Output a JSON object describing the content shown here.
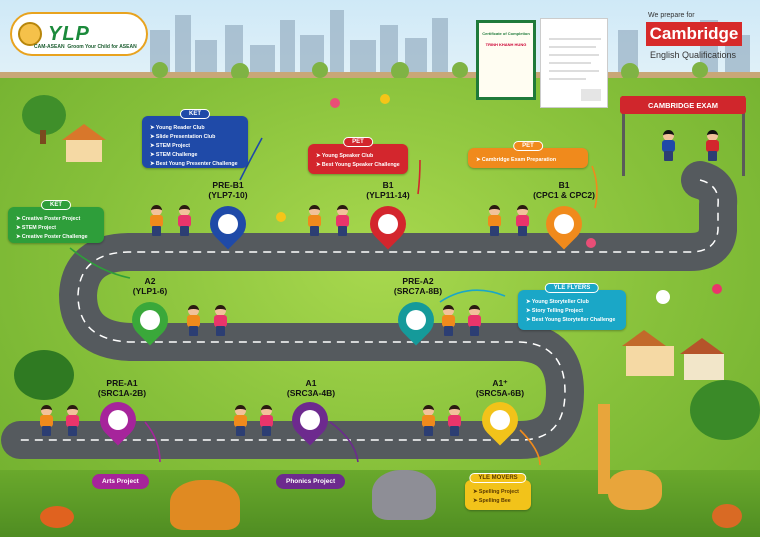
{
  "logo": {
    "name": "YLP",
    "org": "CAM-ASEAN",
    "tagline": "Groom Your Child for ASEAN"
  },
  "certificate": {
    "title": "Certificate of Completion",
    "name": "TRINH KHANH HUNG"
  },
  "cambridge": {
    "pre": "We prepare for",
    "brand": "Cambridge",
    "sub": "English Qualifications"
  },
  "banner": "CAMBRIDGE EXAM",
  "levels": {
    "prea1": {
      "level": "PRE-A1",
      "code": "(SRC1A-2B)"
    },
    "a1": {
      "level": "A1",
      "code": "(SRC3A-4B)"
    },
    "a1p": {
      "level": "A1⁺",
      "code": "(SRC5A-6B)"
    },
    "a2": {
      "level": "A2",
      "code": "(YLP1-6)"
    },
    "prea2": {
      "level": "PRE-A2",
      "code": "(SRC7A-8B)"
    },
    "preb1": {
      "level": "PRE-B1",
      "code": "(YLP7-10)"
    },
    "b1a": {
      "level": "B1",
      "code": "(YLP11-14)"
    },
    "b1b": {
      "level": "B1",
      "code": "(CPC1 & CPC2)"
    }
  },
  "boxes": {
    "ket1": {
      "header": "KET",
      "items": [
        "Young Reader Club",
        "Slide Presentation Club",
        "STEM Project",
        "STEM Challenge",
        "Best Young Presenter Challenge"
      ]
    },
    "ket2": {
      "header": "KET",
      "items": [
        "Creative Poster Project",
        "STEM Project",
        "Creative Poster Challenge"
      ]
    },
    "pet1": {
      "header": "PET",
      "items": [
        "Young Speaker Club",
        "Best Young Speaker Challenge"
      ]
    },
    "pet2": {
      "header": "PET",
      "items": [
        "Cambridge Exam Preparation"
      ]
    },
    "flyers": {
      "header": "YLE FLYERS",
      "items": [
        "Young Storyteller Club",
        "Story Telling Project",
        "Best Young Storyteller Challenge"
      ]
    },
    "movers": {
      "header": "YLE MOVERS",
      "items": [
        "Spelling Project",
        "Spelling Bee"
      ]
    }
  },
  "pills": {
    "arts": "Arts Project",
    "phonics": "Phonics Project"
  },
  "colors": {
    "road": "#555a5e",
    "pin_purple": "#a6249b",
    "pin_violet": "#6d2a8e",
    "pin_yellow": "#f2c31a",
    "pin_green": "#3aa83a",
    "pin_teal": "#159a9a",
    "pin_blue": "#1f4aa8",
    "pin_red": "#d3262d",
    "pin_orange": "#f08a1c"
  }
}
